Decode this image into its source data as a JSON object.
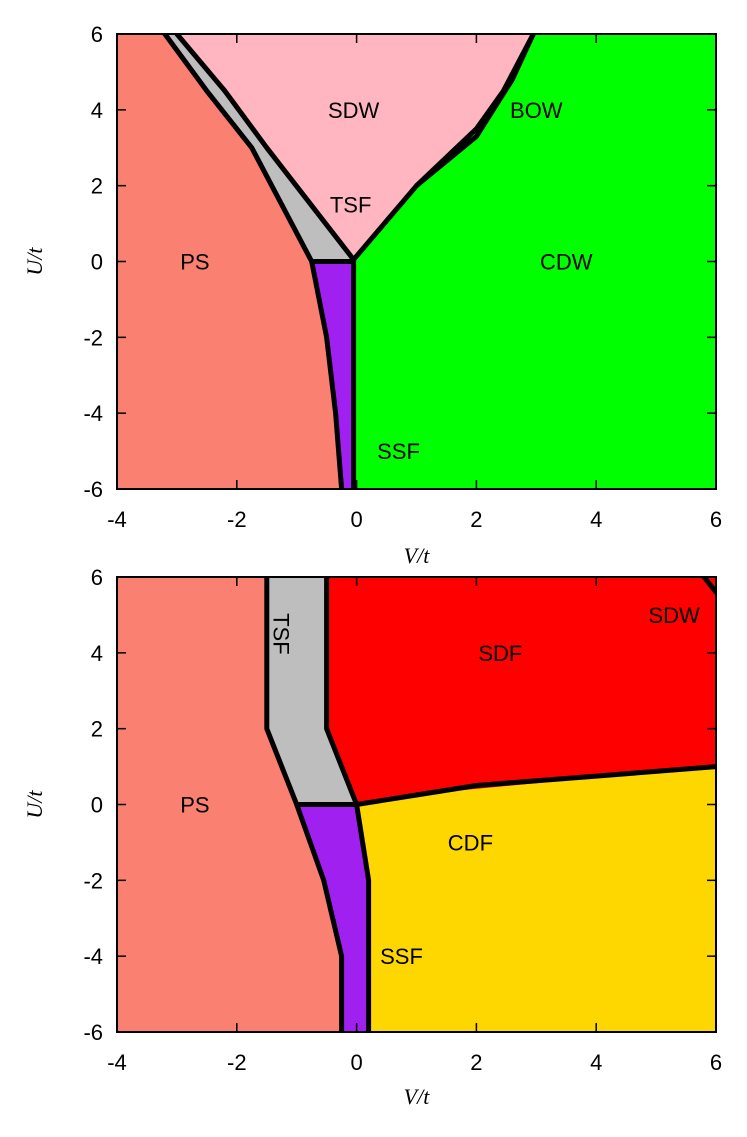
{
  "chart_data": [
    {
      "type": "phase-diagram",
      "xlabel": "V/t",
      "ylabel": "U/t",
      "xlim": [
        -4,
        6
      ],
      "ylim": [
        -6,
        6
      ],
      "xticks": [
        -4,
        -2,
        0,
        2,
        4,
        6
      ],
      "yticks": [
        -6,
        -4,
        -2,
        0,
        2,
        4,
        6
      ],
      "regions": [
        {
          "name": "PS",
          "color": "#fa8072",
          "polygon": [
            [
              -4,
              -6
            ],
            [
              -0.25,
              -6
            ],
            [
              -0.35,
              -4
            ],
            [
              -0.75,
              0
            ],
            [
              -1.75,
              3
            ],
            [
              -2.5,
              4.5
            ],
            [
              -3.2,
              6
            ],
            [
              -4,
              6
            ]
          ]
        },
        {
          "name": "TSF",
          "color": "#bebebe",
          "polygon": [
            [
              -3.2,
              6
            ],
            [
              -3.0,
              6
            ],
            [
              -2.2,
              4.5
            ],
            [
              -1.5,
              3
            ],
            [
              -0.05,
              0.05
            ],
            [
              -0.75,
              0
            ],
            [
              -1.75,
              3
            ],
            [
              -2.5,
              4.5
            ]
          ]
        },
        {
          "name": "SDW",
          "color": "#ffb6c1",
          "polygon": [
            [
              -3.0,
              6
            ],
            [
              2.95,
              6
            ],
            [
              2.6,
              4.8
            ],
            [
              2.0,
              3.3
            ],
            [
              1.0,
              2.0
            ],
            [
              -0.05,
              0.05
            ],
            [
              -1.5,
              3
            ],
            [
              -2.2,
              4.5
            ]
          ]
        },
        {
          "name": "BOW",
          "color": "#0000ff",
          "polygon": [
            [
              2.95,
              6
            ],
            [
              2.6,
              4.8
            ],
            [
              2.0,
              3.3
            ],
            [
              1.0,
              2.0
            ],
            [
              2.0,
              3.5
            ],
            [
              2.45,
              4.5
            ]
          ]
        },
        {
          "name": "CDW",
          "color": "#00ff00",
          "polygon": [
            [
              -0.05,
              0.05
            ],
            [
              1.0,
              2.0
            ],
            [
              2.0,
              3.5
            ],
            [
              2.45,
              4.5
            ],
            [
              2.95,
              6
            ],
            [
              6,
              6
            ],
            [
              6,
              -6
            ],
            [
              -0.05,
              -6
            ]
          ]
        },
        {
          "name": "SSF",
          "color": "#a020f0",
          "polygon": [
            [
              -0.75,
              0
            ],
            [
              -0.05,
              0
            ],
            [
              -0.05,
              -6
            ],
            [
              -0.25,
              -6
            ],
            [
              -0.35,
              -4
            ],
            [
              -0.5,
              -2
            ]
          ]
        }
      ],
      "boundaries": [
        [
          [
            -3.2,
            6
          ],
          [
            -2.5,
            4.5
          ],
          [
            -1.75,
            3
          ],
          [
            -0.75,
            0
          ],
          [
            -0.5,
            -2
          ],
          [
            -0.35,
            -4
          ],
          [
            -0.25,
            -6
          ]
        ],
        [
          [
            -3.0,
            6
          ],
          [
            -2.2,
            4.5
          ],
          [
            -1.5,
            3
          ],
          [
            -0.05,
            0.05
          ],
          [
            1.0,
            2.0
          ],
          [
            2.0,
            3.3
          ],
          [
            2.6,
            4.8
          ],
          [
            2.95,
            6
          ]
        ],
        [
          [
            1.0,
            2.0
          ],
          [
            2.0,
            3.5
          ],
          [
            2.45,
            4.5
          ],
          [
            2.95,
            6
          ]
        ],
        [
          [
            -0.75,
            0
          ],
          [
            -0.05,
            0
          ]
        ],
        [
          [
            -0.05,
            0.05
          ],
          [
            -0.05,
            -6
          ]
        ]
      ],
      "labels": [
        {
          "text": "SDW",
          "x": -0.05,
          "y": 4.0,
          "rotate": 0
        },
        {
          "text": "BOW",
          "x": 3.0,
          "y": 4.0,
          "rotate": 0
        },
        {
          "text": "TSF",
          "x": -0.1,
          "y": 1.5,
          "rotate": 0
        },
        {
          "text": "PS",
          "x": -2.7,
          "y": 0.0,
          "rotate": 0
        },
        {
          "text": "CDW",
          "x": 3.5,
          "y": 0.0,
          "rotate": 0
        },
        {
          "text": "SSF",
          "x": 0.7,
          "y": -5.0,
          "rotate": 0
        }
      ]
    },
    {
      "type": "phase-diagram",
      "xlabel": "V/t",
      "ylabel": "U/t",
      "xlim": [
        -4,
        6
      ],
      "ylim": [
        -6,
        6
      ],
      "xticks": [
        -4,
        -2,
        0,
        2,
        4,
        6
      ],
      "yticks": [
        -6,
        -4,
        -2,
        0,
        2,
        4,
        6
      ],
      "regions": [
        {
          "name": "PS",
          "color": "#fa8072",
          "polygon": [
            [
              -4,
              -6
            ],
            [
              -0.25,
              -6
            ],
            [
              -0.25,
              -4
            ],
            [
              -0.55,
              -2
            ],
            [
              -1.0,
              0
            ],
            [
              -1.5,
              2
            ],
            [
              -1.5,
              6
            ],
            [
              -4,
              6
            ]
          ]
        },
        {
          "name": "TSF",
          "color": "#bebebe",
          "polygon": [
            [
              -1.5,
              6
            ],
            [
              -0.5,
              6
            ],
            [
              -0.5,
              2
            ],
            [
              0,
              0
            ],
            [
              -1.0,
              0
            ],
            [
              -1.5,
              2
            ]
          ]
        },
        {
          "name": "SDF",
          "color": "#ff0000",
          "polygon": [
            [
              -0.5,
              6
            ],
            [
              5.8,
              6
            ],
            [
              6,
              5.6
            ],
            [
              6,
              1.0
            ],
            [
              1.0,
              0.25
            ],
            [
              0,
              0
            ],
            [
              -0.5,
              2
            ]
          ]
        },
        {
          "name": "SDW",
          "color": "#ff0000",
          "polygon": [
            [
              5.8,
              6
            ],
            [
              6,
              6
            ],
            [
              6,
              5.6
            ]
          ]
        },
        {
          "name": "CDF",
          "color": "#ffd700",
          "polygon": [
            [
              0,
              0
            ],
            [
              1.0,
              0.25
            ],
            [
              6,
              1.0
            ],
            [
              6,
              -6
            ],
            [
              0.2,
              -6
            ],
            [
              0.2,
              -2
            ]
          ]
        },
        {
          "name": "SSF",
          "color": "#a020f0",
          "polygon": [
            [
              -1.0,
              0
            ],
            [
              0,
              0
            ],
            [
              0.2,
              -2
            ],
            [
              0.2,
              -6
            ],
            [
              -0.25,
              -6
            ],
            [
              -0.25,
              -4
            ],
            [
              -0.55,
              -2
            ]
          ]
        }
      ],
      "boundaries": [
        [
          [
            -1.5,
            6
          ],
          [
            -1.5,
            2
          ],
          [
            -1.0,
            0
          ],
          [
            -0.55,
            -2
          ],
          [
            -0.25,
            -4
          ],
          [
            -0.25,
            -6
          ]
        ],
        [
          [
            -0.5,
            6
          ],
          [
            -0.5,
            2
          ],
          [
            0,
            0
          ],
          [
            0.2,
            -2
          ],
          [
            0.2,
            -6
          ]
        ],
        [
          [
            -1.0,
            0
          ],
          [
            0,
            0
          ]
        ],
        [
          [
            0,
            0
          ],
          [
            1.0,
            0.25
          ],
          [
            2.0,
            0.5
          ],
          [
            4.0,
            0.75
          ],
          [
            6,
            1.0
          ]
        ],
        [
          [
            5.8,
            6
          ],
          [
            6,
            5.6
          ]
        ]
      ],
      "labels": [
        {
          "text": "TSF",
          "x": -1.25,
          "y": 4.5,
          "rotate": 90
        },
        {
          "text": "SDF",
          "x": 2.4,
          "y": 4.0,
          "rotate": 0
        },
        {
          "text": "SDW",
          "x": 5.3,
          "y": 5.0,
          "rotate": 0
        },
        {
          "text": "PS",
          "x": -2.7,
          "y": 0.0,
          "rotate": 0
        },
        {
          "text": "CDF",
          "x": 1.9,
          "y": -1.0,
          "rotate": 0
        },
        {
          "text": "SSF",
          "x": 0.75,
          "y": -4.0,
          "rotate": 0
        }
      ]
    }
  ]
}
